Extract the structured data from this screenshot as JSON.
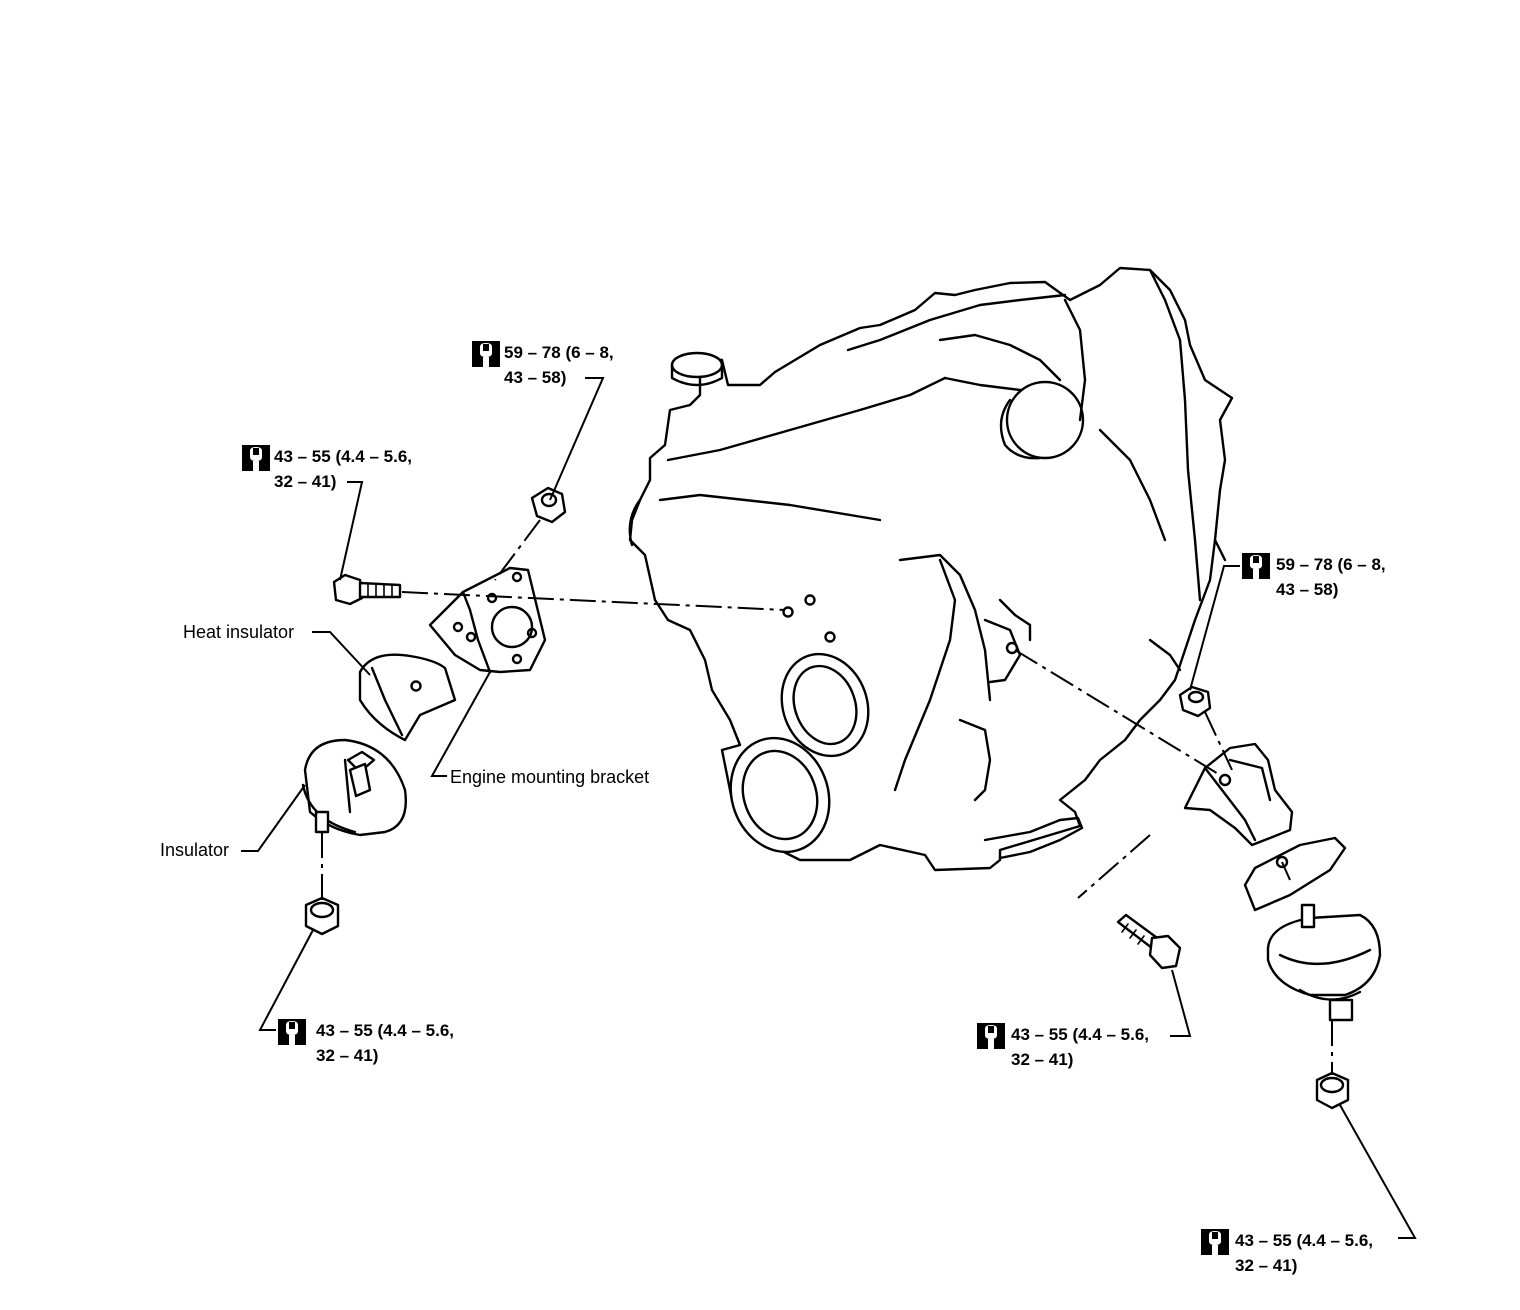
{
  "labels": {
    "heat_insulator": "Heat insulator",
    "engine_mounting_bracket": "Engine mounting bracket",
    "insulator": "Insulator"
  },
  "torques": {
    "top_center": {
      "line1": "59 – 78 (6 – 8,",
      "line2": "43 – 58)"
    },
    "upper_left": {
      "line1": "43 – 55 (4.4 – 5.6,",
      "line2": "32 – 41)"
    },
    "lower_left": {
      "line1": "43 – 55 (4.4 – 5.6,",
      "line2": "32 – 41)"
    },
    "right_upper": {
      "line1": "59 – 78 (6 – 8,",
      "line2": "43 – 58)"
    },
    "right_middle": {
      "line1": "43 – 55 (4.4 – 5.6,",
      "line2": "32 – 41)"
    },
    "right_bottom": {
      "line1": "43 – 55 (4.4 – 5.6,",
      "line2": "32 – 41)"
    }
  },
  "icons": {
    "torque": "torque-wrench-icon"
  },
  "colors": {
    "ink": "#000000",
    "paper": "#ffffff"
  }
}
